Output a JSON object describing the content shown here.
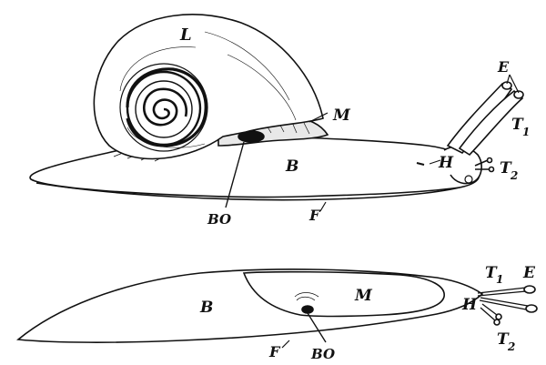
{
  "figure": {
    "colors": {
      "ink": "#111111",
      "paper": "#ffffff"
    },
    "upper": {
      "labels": {
        "shell": "L",
        "mantle": "M",
        "eye": "E",
        "tentacle1": "T",
        "tentacle1_sub": "1",
        "head": "H",
        "tentacle2": "T",
        "tentacle2_sub": "2",
        "body": "B",
        "foot": "F",
        "breathing_opening": "BO"
      }
    },
    "lower": {
      "labels": {
        "tentacle1": "T",
        "tentacle1_sub": "1",
        "eye": "E",
        "body": "B",
        "mantle": "M",
        "head": "H",
        "tentacle2": "T",
        "tentacle2_sub": "2",
        "foot": "F",
        "breathing_opening": "BO"
      }
    }
  }
}
